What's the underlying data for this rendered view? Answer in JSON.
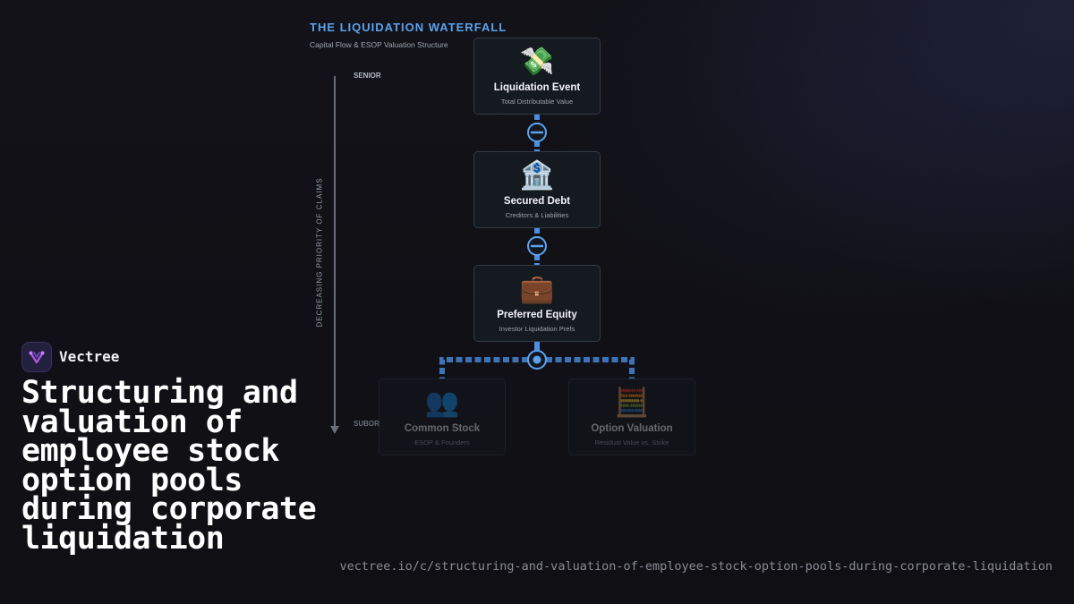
{
  "diagram": {
    "title": "THE LIQUIDATION WATERFALL",
    "subtitle": "Capital Flow & ESOP Valuation Structure",
    "axis_label": "DECREASING PRIORITY OF CLAIMS",
    "tier_top": "SENIOR",
    "tier_bottom": "SUBOR",
    "nodes": [
      {
        "icon": "💸",
        "icon_name": "money-with-wings-icon",
        "title": "Liquidation Event",
        "subtitle": "Total Distributable Value"
      },
      {
        "icon": "🏦",
        "icon_name": "bank-icon",
        "title": "Secured Debt",
        "subtitle": "Creditors & Liabilities"
      },
      {
        "icon": "💼",
        "icon_name": "briefcase-icon",
        "title": "Preferred Equity",
        "subtitle": "Investor Liquidation Prefs"
      },
      {
        "icon": "👥",
        "icon_name": "people-icon",
        "title": "Common Stock",
        "subtitle": "ESOP & Founders"
      },
      {
        "icon": "🧮",
        "icon_name": "abacus-icon",
        "title": "Option Valuation",
        "subtitle": "Residual Value vs. Strike"
      }
    ],
    "colors": {
      "accent": "#5aa2ee",
      "connector": "#4a8fe0"
    }
  },
  "brand": {
    "name": "Vectree",
    "logo_icon": "vectree-logo-icon"
  },
  "headline": "Structuring and valuation of employee stock option pools during corporate liquidation",
  "url": "vectree.io/c/structuring-and-valuation-of-employee-stock-option-pools-during-corporate-liquidation"
}
